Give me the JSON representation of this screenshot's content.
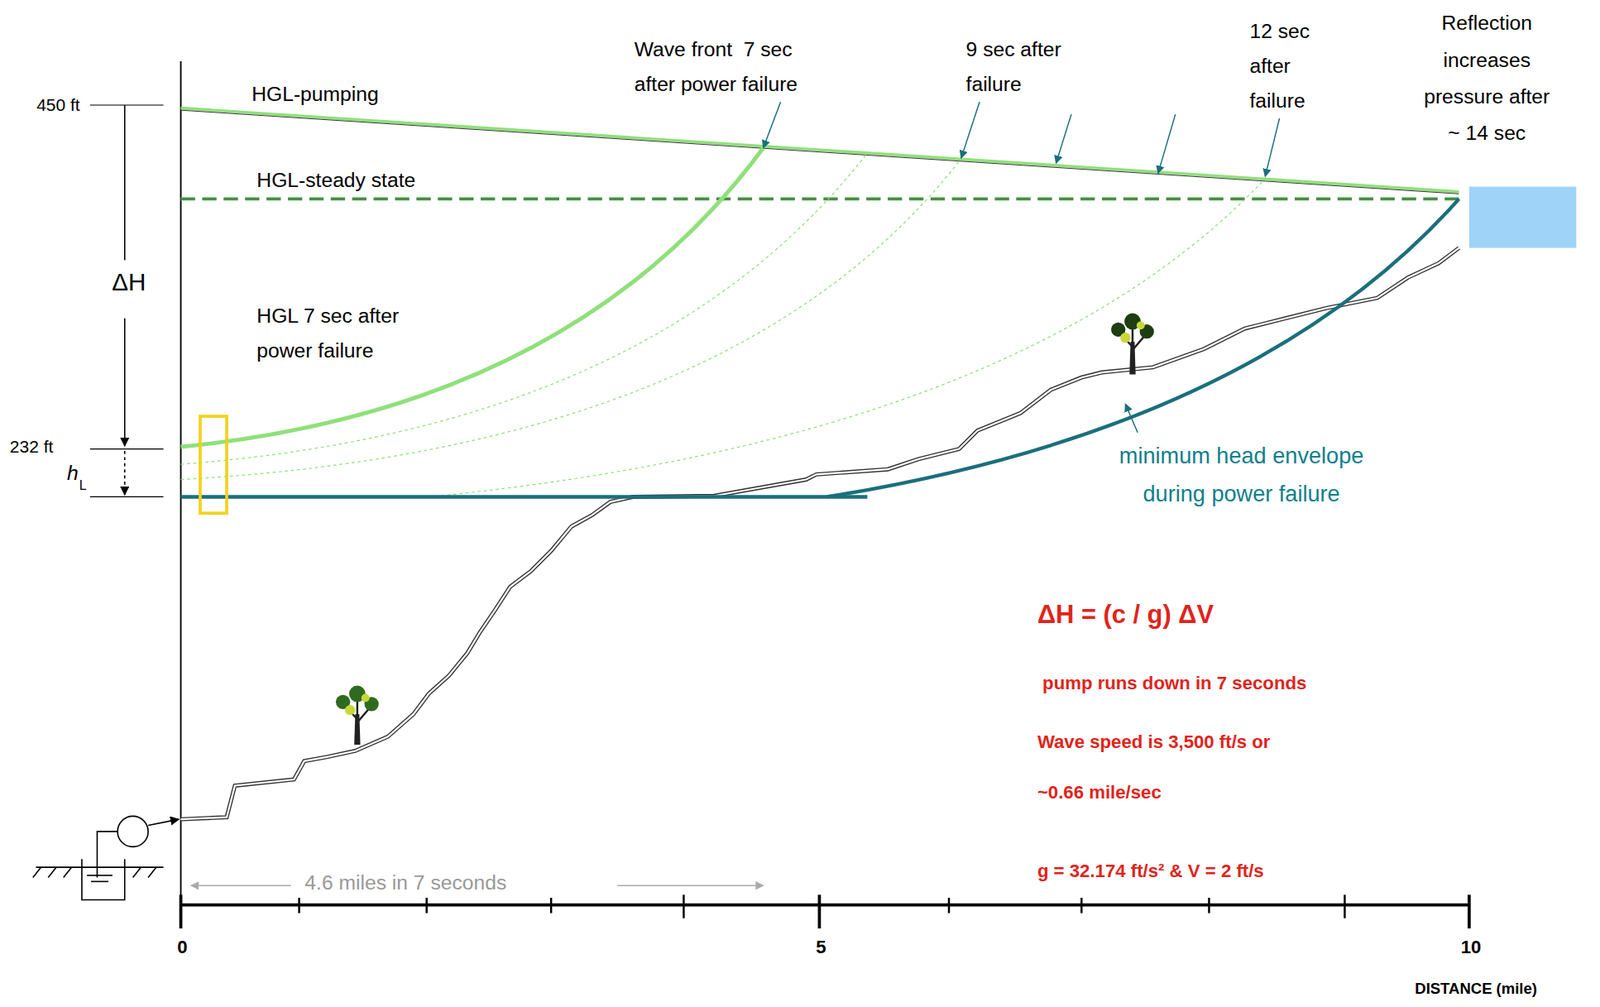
{
  "diagram": {
    "labels": [
      "450 ft",
      "HGL-pumping",
      "Wave front  7 sec after power failure",
      "9 sec after failure",
      "12 sec after failure",
      "Reflection increases pressure after ~ 14 sec",
      "HGL-steady state",
      "ΔH",
      "HGL 7 sec after power failure",
      "232 ft",
      "h",
      "L",
      "minimum head envelope during power failure",
      "ΔH = (c / g) ΔV",
      "pump runs down in 7 seconds",
      "Wave speed is 3,500 ft/s or ~0.66 mile/sec",
      "g = 32.174 ft/s² & V = 2 ft/s",
      "4.6 miles in 7 seconds",
      "0",
      "5",
      "10",
      "DISTANCE (mile)"
    ]
  }
}
